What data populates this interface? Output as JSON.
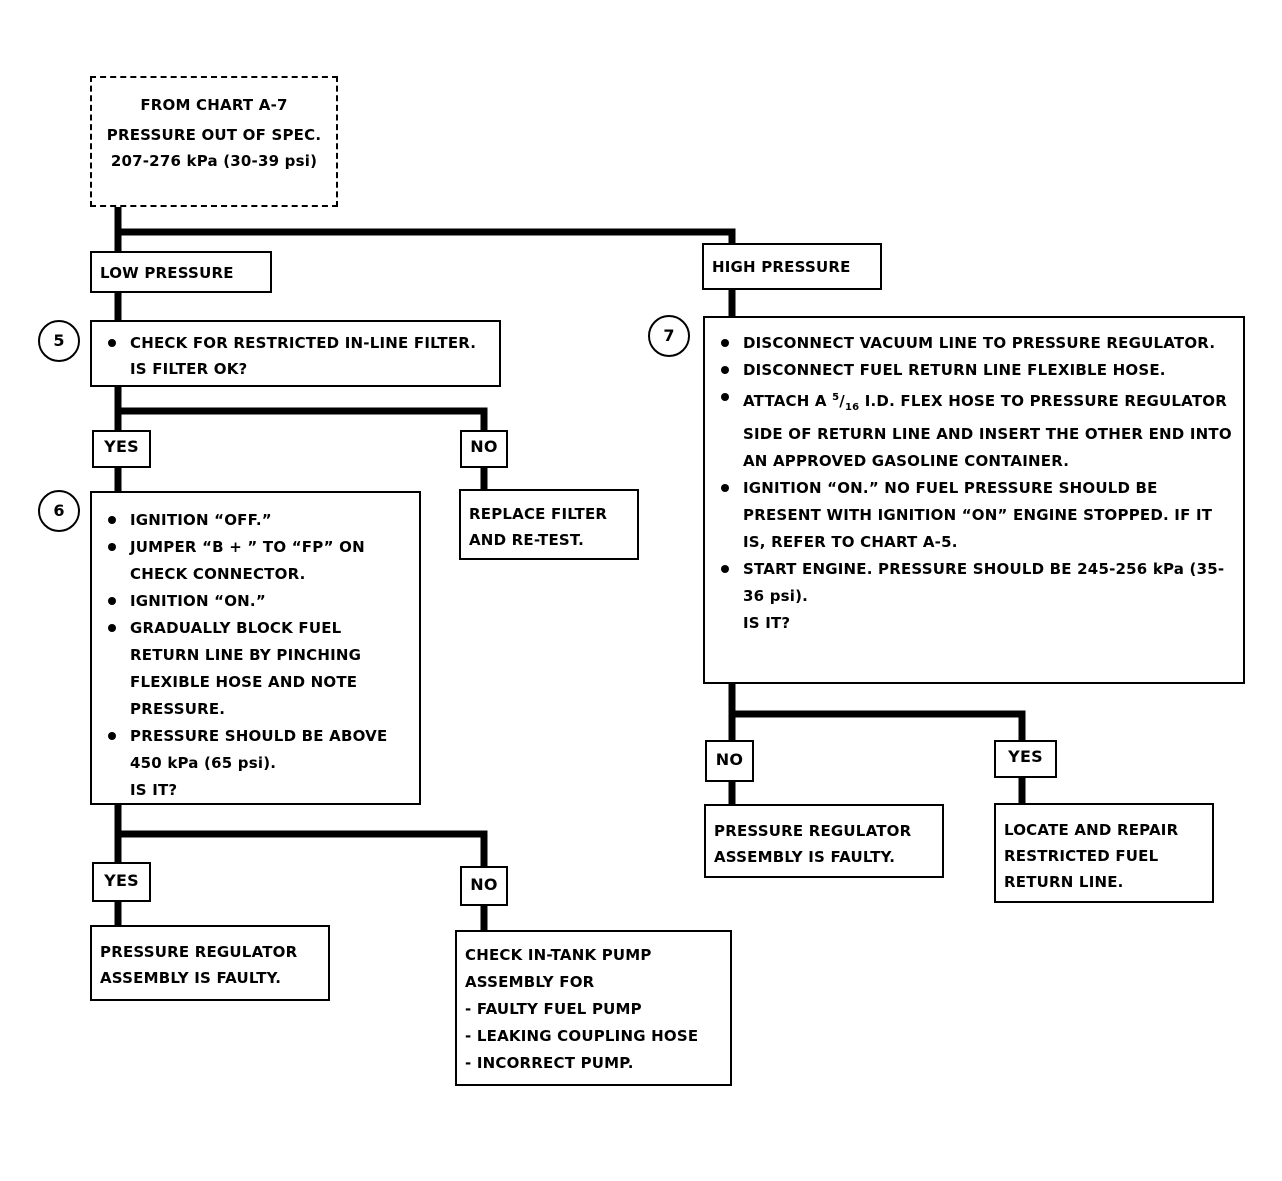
{
  "start": {
    "line1": "FROM CHART A-7",
    "line2": "PRESSURE OUT OF SPEC.",
    "line3": "207-276 kPa (30-39 psi)"
  },
  "low_pressure": {
    "label": "LOW PRESSURE"
  },
  "high_pressure": {
    "label": "HIGH PRESSURE"
  },
  "step5": {
    "number": "5",
    "items": [
      "CHECK FOR RESTRICTED IN-LINE FILTER."
    ],
    "question": "IS FILTER OK?"
  },
  "step5_yes": "YES",
  "step5_no": "NO",
  "replace_filter": {
    "line1": "REPLACE FILTER",
    "line2": "AND RE-TEST."
  },
  "step6": {
    "number": "6",
    "items": [
      "IGNITION “OFF.”",
      "JUMPER “B + ” TO “FP” ON CHECK CONNECTOR.",
      "IGNITION “ON.”",
      "GRADUALLY BLOCK FUEL RETURN LINE BY PINCHING FLEXIBLE HOSE AND NOTE PRESSURE.",
      "PRESSURE SHOULD BE ABOVE 450 kPa (65 psi)."
    ],
    "question": "IS IT?"
  },
  "step6_yes": "YES",
  "step6_no": "NO",
  "regulator_faulty_left": {
    "line1": "PRESSURE REGULATOR",
    "line2": "ASSEMBLY IS FAULTY."
  },
  "check_pump": {
    "line1": "CHECK IN-TANK PUMP",
    "line2": "ASSEMBLY FOR",
    "items": [
      "FAULTY FUEL PUMP",
      "LEAKING COUPLING HOSE",
      "INCORRECT PUMP."
    ]
  },
  "step7": {
    "number": "7",
    "item1": "DISCONNECT VACUUM LINE TO PRESSURE REGULATOR.",
    "item2": "DISCONNECT FUEL RETURN LINE FLEXIBLE HOSE.",
    "item3_prefix": "ATTACH A ",
    "item3_frac_num": "5",
    "item3_frac_den": "16",
    "item3_suffix": " I.D. FLEX HOSE TO PRESSURE REGULATOR SIDE OF RETURN LINE AND INSERT THE OTHER END INTO  AN  APPROVED GASOLINE CONTAINER.",
    "item4": "IGNITION “ON.”  NO FUEL PRESSURE SHOULD BE PRESENT WITH IGNITION “ON” ENGINE STOPPED.  IF IT IS, REFER TO CHART A-5.",
    "item5": "START ENGINE.  PRESSURE SHOULD BE 245-256 kPa (35-36 psi).",
    "question": "IS IT?"
  },
  "step7_no": "NO",
  "step7_yes": "YES",
  "regulator_faulty_right": {
    "line1": "PRESSURE REGULATOR",
    "line2": "ASSEMBLY IS FAULTY."
  },
  "locate_repair": {
    "line1": "LOCATE AND REPAIR",
    "line2": "RESTRICTED FUEL",
    "line3": "RETURN LINE."
  }
}
